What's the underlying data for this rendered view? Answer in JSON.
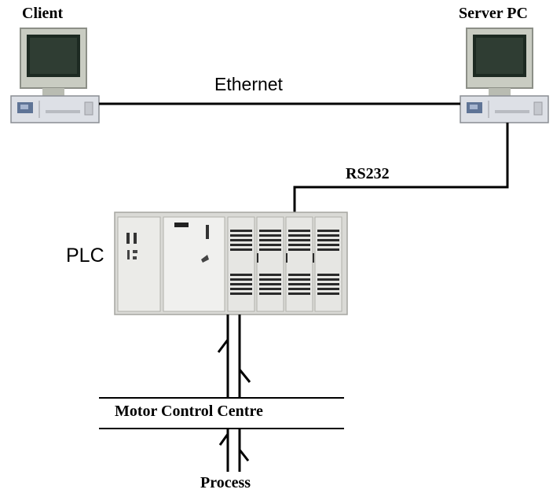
{
  "labels": {
    "client": "Client",
    "server": "Server PC",
    "ethernet": "Ethernet",
    "rs232": "RS232",
    "plc": "PLC",
    "motor_control_centre": "Motor Control Centre",
    "process": "Process"
  }
}
